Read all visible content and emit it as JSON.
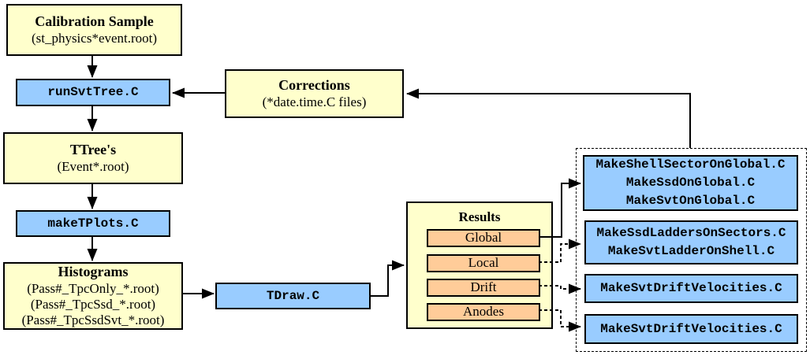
{
  "colors": {
    "box_yellow": "#FFFFCC",
    "box_blue": "#99CCFF",
    "box_orange": "#FFCC99",
    "line_color": "#000000"
  },
  "nodes": {
    "calibration": {
      "title": "Calibration Sample",
      "subtitle": "(st_physics*event.root)"
    },
    "run_svt_tree": {
      "label": "runSvtTree.C"
    },
    "corrections": {
      "title": "Corrections",
      "subtitle": "(*date.time.C files)"
    },
    "ttrees": {
      "title": "TTree's",
      "subtitle": "(Event*.root)"
    },
    "make_tplots": {
      "label": "makeTPlots.C"
    },
    "histograms": {
      "title": "Histograms",
      "lines": [
        "(Pass#_TpcOnly_*.root)",
        "(Pass#_TpcSsd_*.root)",
        "(Pass#_TpcSsdSvt_*.root)"
      ]
    },
    "tdraw": {
      "label": "TDraw.C"
    },
    "results": {
      "title": "Results",
      "items": [
        "Global",
        "Local",
        "Drift",
        "Anodes"
      ]
    },
    "make_global": {
      "lines": [
        "MakeShellSectorOnGlobal.C",
        "MakeSsdOnGlobal.C",
        "MakeSvtOnGlobal.C"
      ]
    },
    "make_ladders": {
      "lines": [
        "MakeSsdLaddersOnSectors.C",
        "MakeSvtLadderOnShell.C"
      ]
    },
    "make_drift": {
      "label": "MakeSvtDriftVelocities.C"
    },
    "make_anodes": {
      "label": "MakeSvtDriftVelocities.C"
    }
  }
}
